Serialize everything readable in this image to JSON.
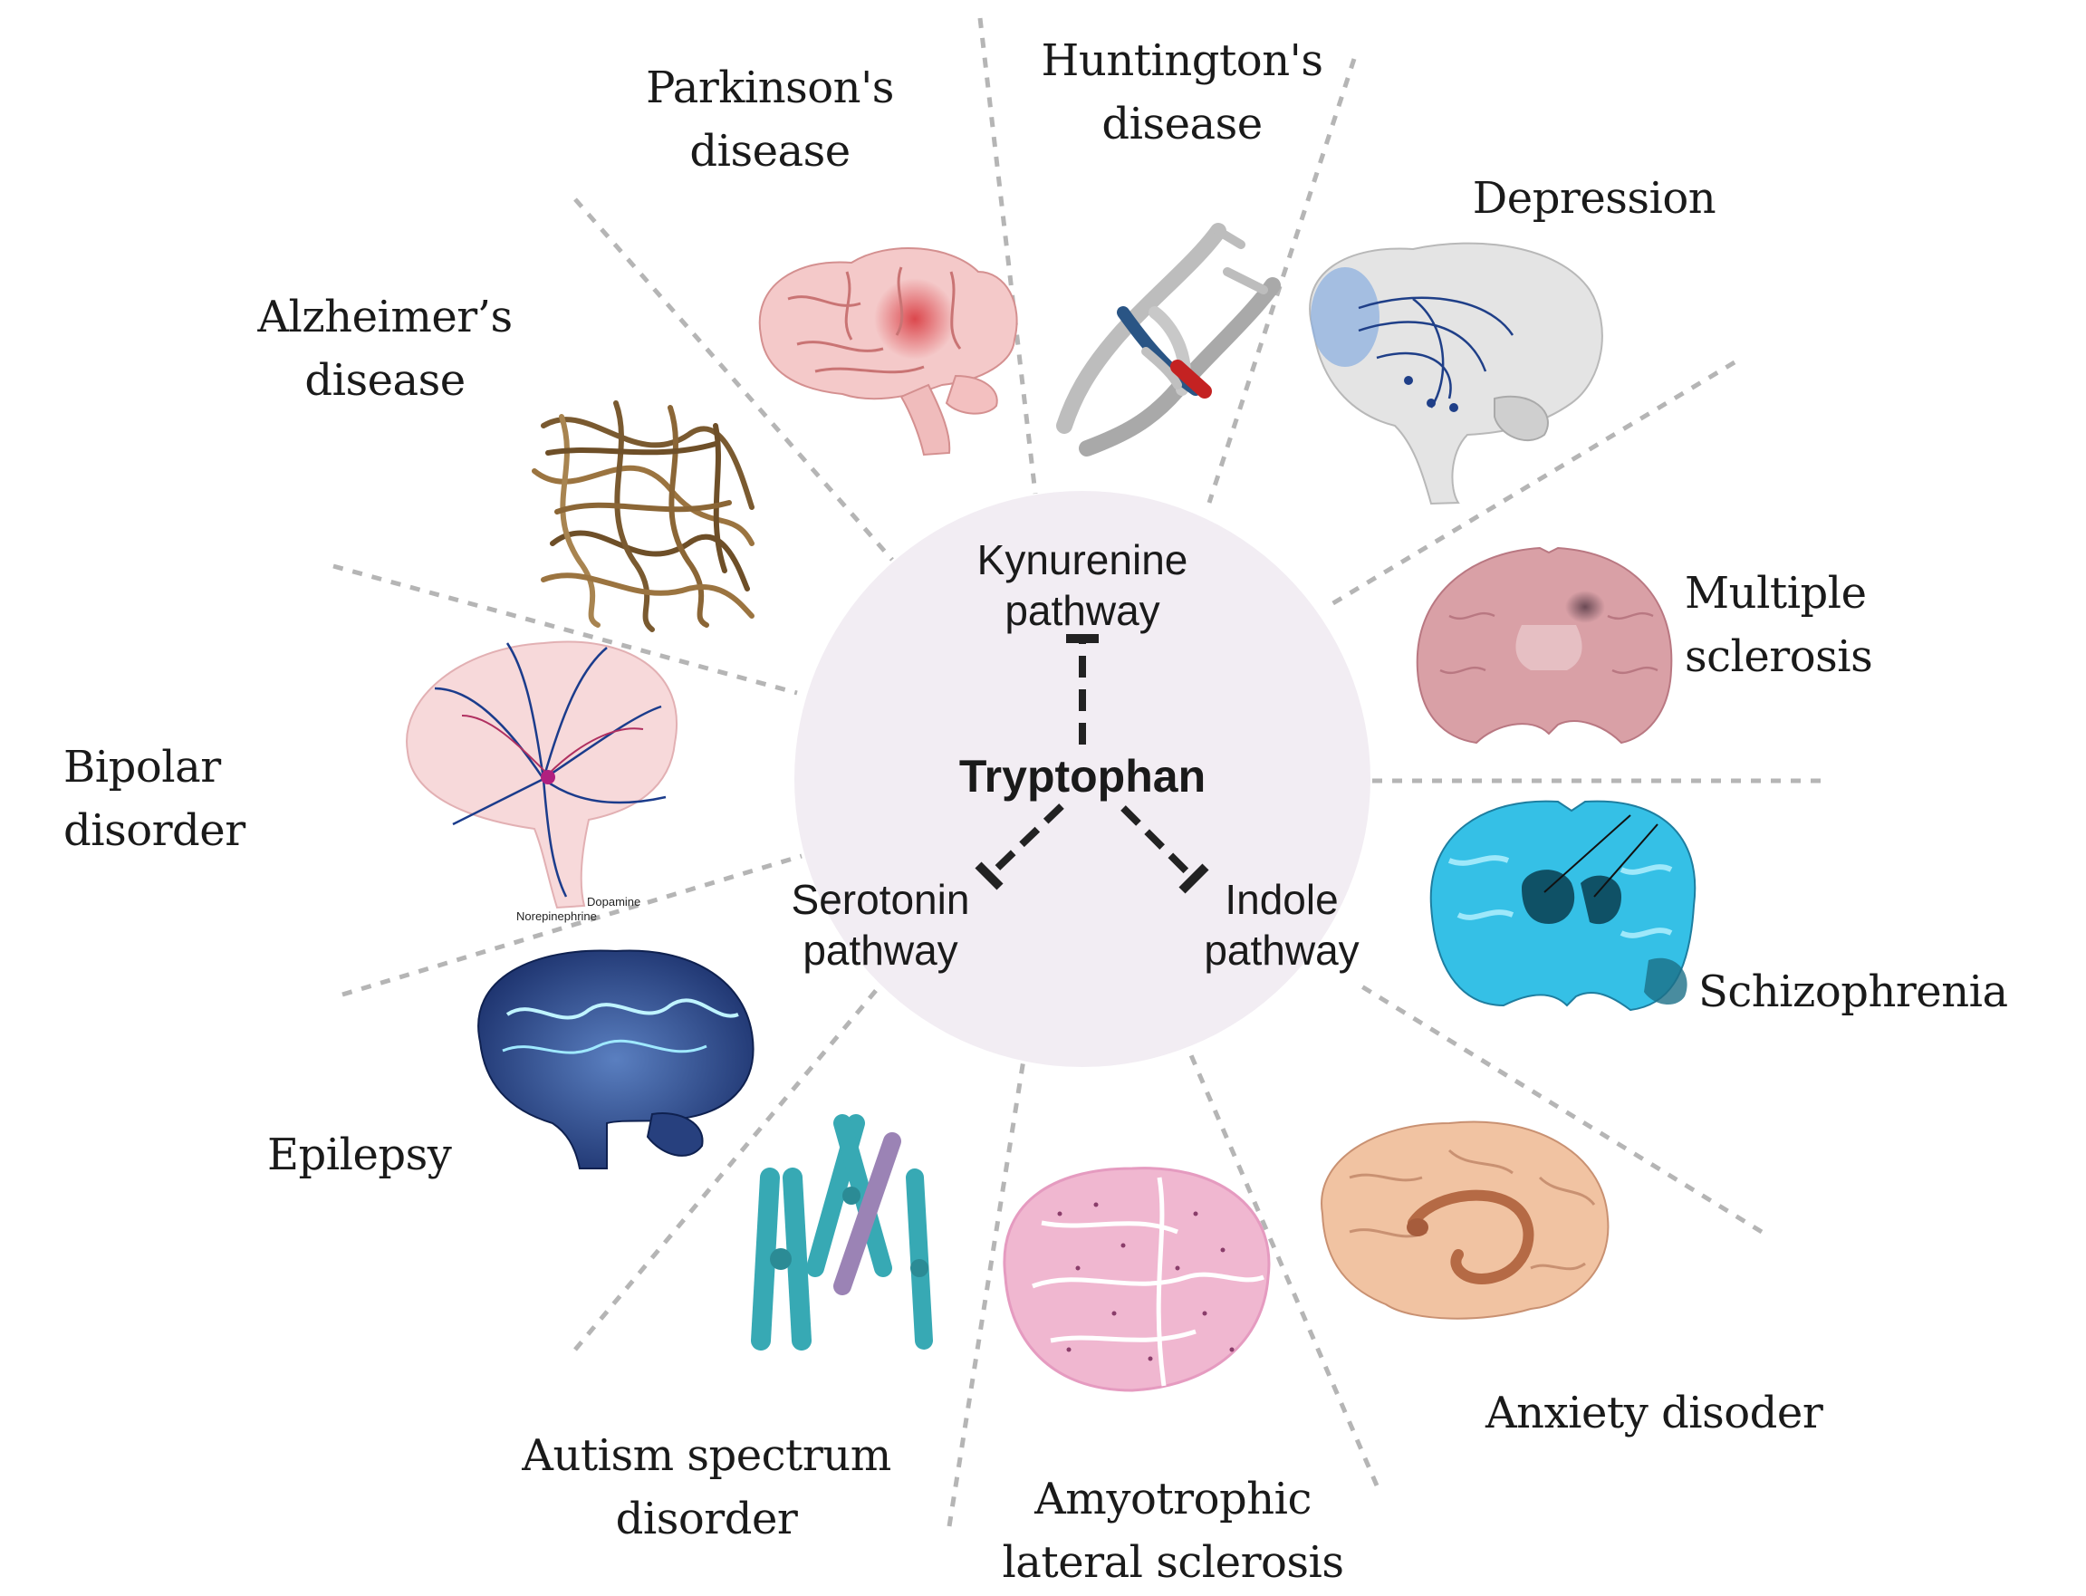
{
  "center": {
    "title": "Tryptophan",
    "pathways": {
      "kynurenine": "Kynurenine\npathway",
      "serotonin": "Serotonin\npathway",
      "indole": "Indole\npathway"
    }
  },
  "diseases": {
    "parkinsons": "Parkinson's\ndisease",
    "huntingtons": "Huntington's\ndisease",
    "depression": "Depression",
    "alzheimers": "Alzheimer’s\ndisease",
    "multiple_sclerosis": "Multiple sclerosis",
    "bipolar": "Bipolar disorder",
    "schizophrenia": "Schizophrenia",
    "epilepsy": "Epilepsy",
    "anxiety": "Anxiety disoder",
    "autism": "Autism spectrum\ndisorder",
    "als": "Amyotrophic\nlateral sclerosis"
  },
  "illustration_labels": {
    "dopamine": "Dopamine",
    "norepinephrine": "Norepinephrine"
  },
  "colors": {
    "center_circle": "#f2edf3",
    "divider": "#b5b5b5",
    "arrows": "#222222"
  }
}
